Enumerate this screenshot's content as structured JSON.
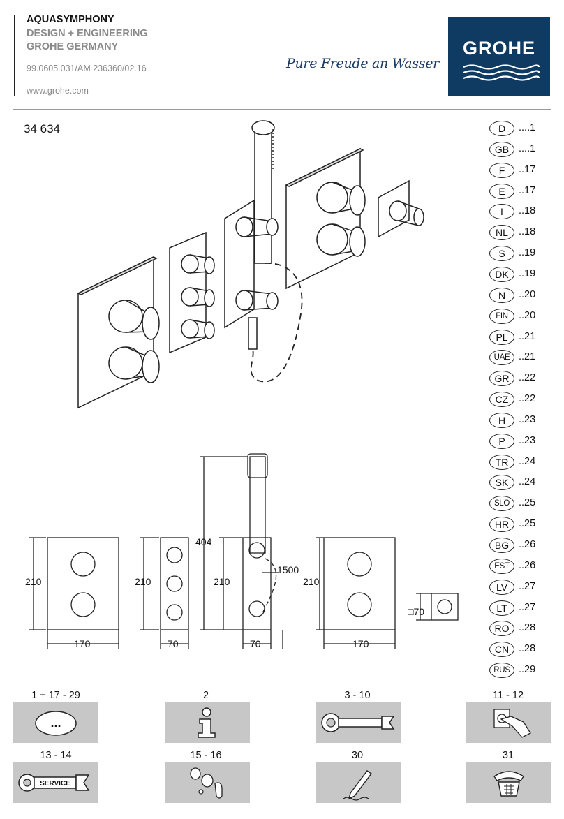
{
  "header": {
    "line1": "AQUASYMPHONY",
    "line2": "DESIGN + ENGINEERING",
    "line3": "GROHE GERMANY",
    "doc_code": "99.0605.031/ÄM 236360/02.16",
    "website": "www.grohe.com",
    "slogan": "Pure Freude an Wasser",
    "logo_text": "GROHE",
    "brand_color": "#0f3b63"
  },
  "product": {
    "model_number": "34 634"
  },
  "languages": [
    {
      "code": "D",
      "page": "....1"
    },
    {
      "code": "GB",
      "page": "....1"
    },
    {
      "code": "F",
      "page": "..17"
    },
    {
      "code": "E",
      "page": "..17"
    },
    {
      "code": "I",
      "page": "..18"
    },
    {
      "code": "NL",
      "page": "..18"
    },
    {
      "code": "S",
      "page": "..19"
    },
    {
      "code": "DK",
      "page": "..19"
    },
    {
      "code": "N",
      "page": "..20"
    },
    {
      "code": "FIN",
      "page": "..20"
    },
    {
      "code": "PL",
      "page": "..21"
    },
    {
      "code": "UAE",
      "page": "..21"
    },
    {
      "code": "GR",
      "page": "..22"
    },
    {
      "code": "CZ",
      "page": "..22"
    },
    {
      "code": "H",
      "page": "..23"
    },
    {
      "code": "P",
      "page": "..23"
    },
    {
      "code": "TR",
      "page": "..24"
    },
    {
      "code": "SK",
      "page": "..24"
    },
    {
      "code": "SLO",
      "page": "..25"
    },
    {
      "code": "HR",
      "page": "..25"
    },
    {
      "code": "BG",
      "page": "..26"
    },
    {
      "code": "EST",
      "page": "..26"
    },
    {
      "code": "LV",
      "page": "..27"
    },
    {
      "code": "LT",
      "page": "..27"
    },
    {
      "code": "RO",
      "page": "..28"
    },
    {
      "code": "CN",
      "page": "..28"
    },
    {
      "code": "RUS",
      "page": "..29"
    }
  ],
  "dimensions": {
    "height_210": "210",
    "width_170": "170",
    "width_70": "70",
    "height_404": "404",
    "hose_1500": "1500",
    "square_70": "70"
  },
  "icon_sections": [
    {
      "label": "1 + 17 - 29",
      "icon": "ellipsis-speech-icon",
      "text": "..."
    },
    {
      "label": "2",
      "icon": "info-icon"
    },
    {
      "label": "3 - 10",
      "icon": "wrench-icon"
    },
    {
      "label": "11 - 12",
      "icon": "hand-press-button-icon"
    },
    {
      "label": "13 - 14",
      "icon": "service-wrench-icon",
      "text": "SERVICE"
    },
    {
      "label": "15 - 16",
      "icon": "spare-parts-icon"
    },
    {
      "label": "30",
      "icon": "pencil-notes-icon"
    },
    {
      "label": "31",
      "icon": "telephone-icon"
    }
  ]
}
